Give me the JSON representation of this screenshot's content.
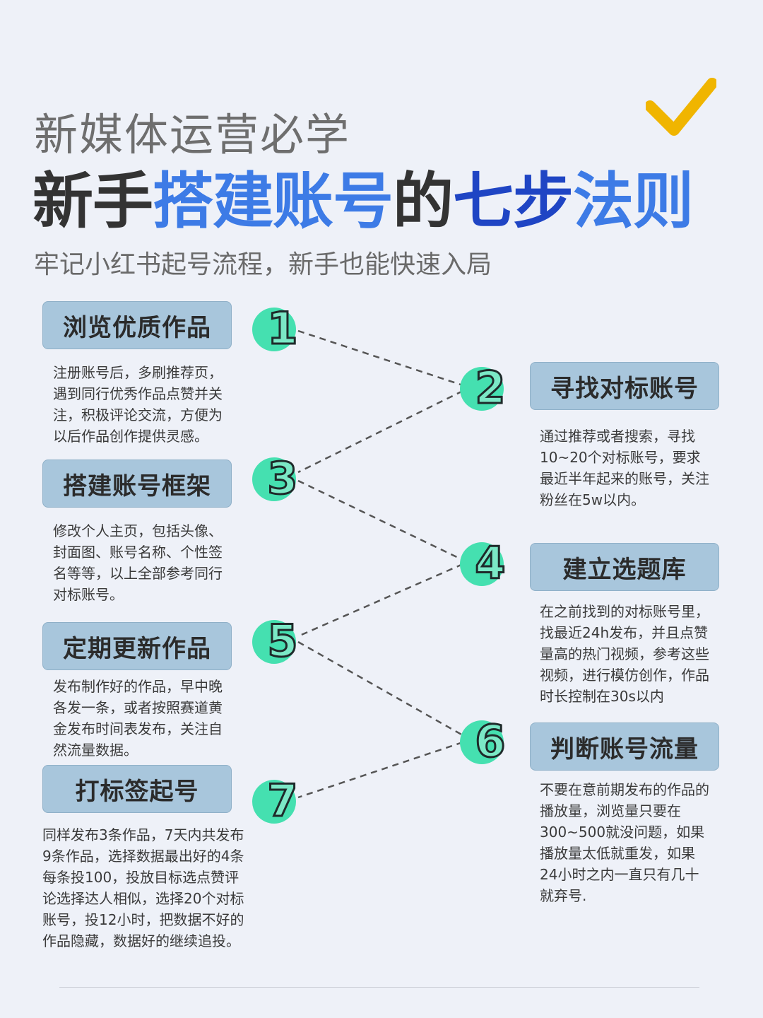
{
  "header": {
    "kicker": "新媒体运营必学",
    "headline": {
      "part1": "新手",
      "part2": "搭建账号",
      "part3": "的",
      "part4": "七步",
      "part5": "法则"
    },
    "subtitle": "牢记小红书起号流程，新手也能快速入局",
    "check_icon": "checkmark-icon"
  },
  "colors": {
    "background": "#eef1f8",
    "accent_blue": "#3d7be6",
    "accent_navy": "#1f45c4",
    "badge_green": "#45e0b0",
    "label_fill": "#a8c6dc",
    "check_yellow": "#f0b500"
  },
  "steps": [
    {
      "number": "1",
      "title": "浏览优质作品",
      "desc": [
        "注册账号后，多刷推荐页，",
        "遇到同行优秀作品点赞并关",
        "注，积极评论交流，方便为",
        "以后作品创作提供灵感。"
      ]
    },
    {
      "number": "2",
      "title": "寻找对标账号",
      "desc": [
        "通过推荐或者搜索，寻找",
        "10~20个对标账号，要求",
        "最近半年起来的账号，关注",
        "粉丝在5w以内。"
      ]
    },
    {
      "number": "3",
      "title": "搭建账号框架",
      "desc": [
        "修改个人主页，包括头像、",
        "封面图、账号名称、个性签",
        "名等等，以上全部参考同行",
        "对标账号。"
      ]
    },
    {
      "number": "4",
      "title": "建立选题库",
      "desc": [
        "在之前找到的对标账号里，",
        "找最近24h发布，并且点赞",
        "量高的热门视频，参考这些",
        "视频，进行模仿创作，作品",
        "时长控制在30s以内"
      ]
    },
    {
      "number": "5",
      "title": "定期更新作品",
      "desc": [
        "发布制作好的作品，早中晚",
        "各发一条，或者按照赛道黄",
        "金发布时间表发布，关注自",
        "然流量数据。"
      ]
    },
    {
      "number": "6",
      "title": "判断账号流量",
      "desc": [
        "不要在意前期发布的作品的",
        "播放量，浏览量只要在",
        "300~500就没问题，如果",
        "播放量太低就重发，如果",
        "24小时之内一直只有几十",
        "就弃号."
      ]
    },
    {
      "number": "7",
      "title": "打标签起号",
      "desc": [
        "同样发布3条作品，7天内共发布",
        "9条作品，选择数据最出好的4条",
        "每条投100，投放目标选点赞评",
        "论选择达人相似，选择20个对标",
        "账号，投12小时，把数据不好的",
        "作品隐藏，数据好的继续追投。"
      ]
    }
  ]
}
